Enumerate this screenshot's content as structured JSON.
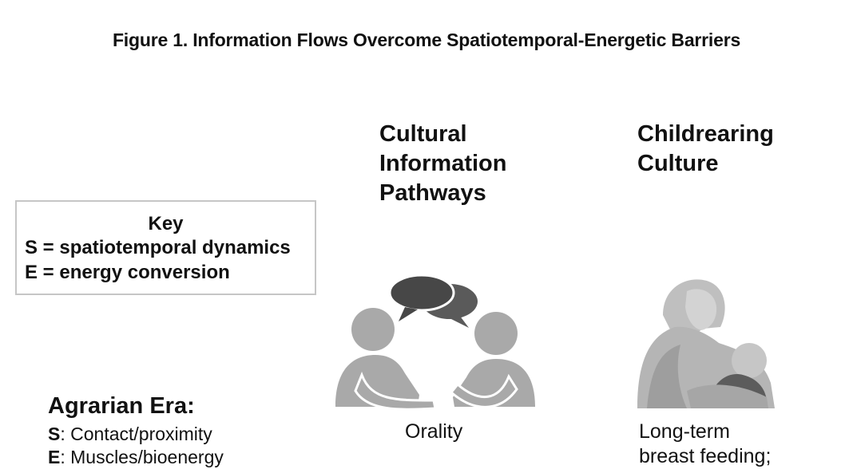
{
  "figure": {
    "title": "Figure 1. Information Flows Overcome Spatiotemporal-Energetic Barriers"
  },
  "columns": {
    "cultural": {
      "heading_lines": [
        "Cultural",
        "Information",
        "Pathways"
      ],
      "icon": "two-people-conversation-icon",
      "caption": "Orality"
    },
    "childrearing": {
      "heading_lines": [
        "Childrearing",
        "Culture"
      ],
      "icon": "breastfeeding-mother-icon",
      "caption_lines": [
        "Long-term",
        "breast feeding;"
      ]
    }
  },
  "key": {
    "title": "Key",
    "lines": [
      "S = spatiotemporal dynamics",
      "E = energy conversion"
    ]
  },
  "era": {
    "title": "Agrarian Era:",
    "s_label": "S",
    "s_text": ": Contact/proximity",
    "e_label": "E",
    "e_text": ": Muscles/bioenergy"
  },
  "colors": {
    "icon_light": "#a9a9a9",
    "icon_dark": "#474747",
    "key_border": "#c6c6c6"
  }
}
